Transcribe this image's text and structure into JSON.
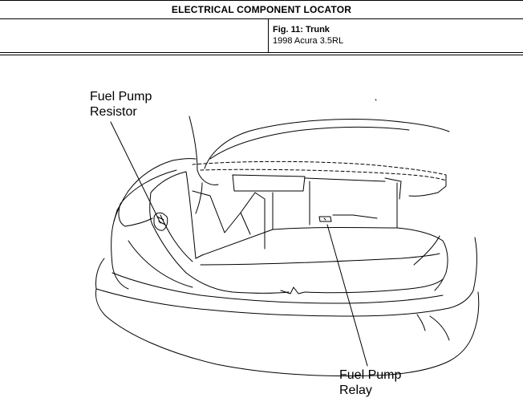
{
  "header": {
    "title": "ELECTRICAL COMPONENT LOCATOR",
    "fig_title": "Fig. 11: Trunk",
    "fig_subtitle": "1998 Acura 3.5RL"
  },
  "callouts": {
    "resistor": {
      "line1": "Fuel Pump",
      "line2": "Resistor"
    },
    "relay": {
      "line1": "Fuel Pump",
      "line2": "Relay"
    }
  },
  "colors": {
    "line": "#000000",
    "background": "#ffffff"
  }
}
